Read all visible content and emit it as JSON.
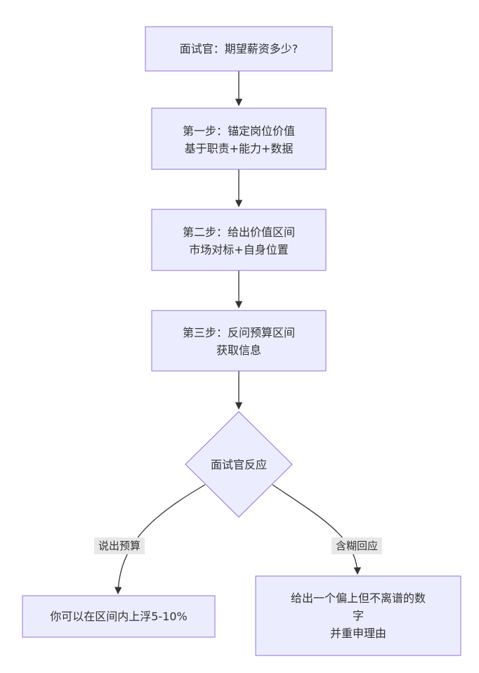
{
  "nodes": [
    {
      "id": "ask",
      "shape": "rect",
      "lines": [
        "面试官：期望薪资多少?"
      ]
    },
    {
      "id": "step1",
      "shape": "rect",
      "lines": [
        "第一步：锚定岗位价值",
        "基于职责+能力+数据"
      ]
    },
    {
      "id": "step2",
      "shape": "rect",
      "lines": [
        "第二步：给出价值区间",
        "市场对标+自身位置"
      ]
    },
    {
      "id": "step3",
      "shape": "rect",
      "lines": [
        "第三步：反问预算区间",
        "获取信息"
      ]
    },
    {
      "id": "react",
      "shape": "diamond",
      "lines": [
        "面试官反应"
      ]
    },
    {
      "id": "budget",
      "shape": "rect",
      "lines": [
        "你可以在区间内上浮5-10%"
      ]
    },
    {
      "id": "vague",
      "shape": "rect",
      "lines": [
        "给出一个偏上但不离谱的数",
        "字",
        "并重申理由"
      ]
    }
  ],
  "edges": [
    {
      "from": "ask",
      "to": "step1",
      "label": ""
    },
    {
      "from": "step1",
      "to": "step2",
      "label": ""
    },
    {
      "from": "step2",
      "to": "step3",
      "label": ""
    },
    {
      "from": "step3",
      "to": "react",
      "label": ""
    },
    {
      "from": "react",
      "to": "budget",
      "label": "说出预算"
    },
    {
      "from": "react",
      "to": "vague",
      "label": "含糊回应"
    }
  ],
  "colors": {
    "node_fill": "#ececff",
    "node_stroke": "#9370db",
    "edge": "#333333",
    "label_bg": "#e8e8e8",
    "text": "#333333"
  }
}
